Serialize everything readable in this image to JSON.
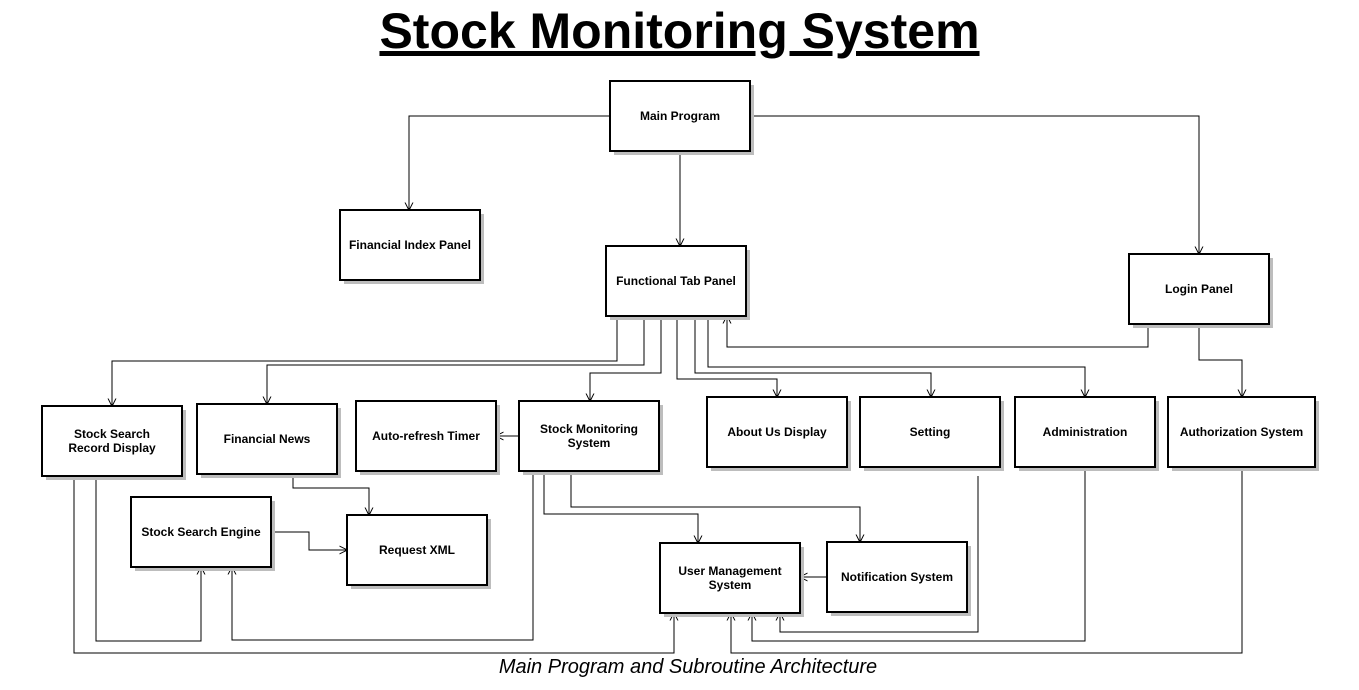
{
  "title": "Stock Monitoring System",
  "caption": "Main Program and Subroutine Architecture",
  "nodes": {
    "main": [
      "Main Program"
    ],
    "finIndex": [
      "Financial Index Panel"
    ],
    "funcTab": [
      "Functional Tab Panel"
    ],
    "login": [
      "Login Panel"
    ],
    "searchRec": [
      "Stock Search",
      "Record Display"
    ],
    "finNews": [
      "Financial News"
    ],
    "autoRefresh": [
      "Auto-refresh Timer"
    ],
    "stockMon": [
      "Stock Monitoring",
      "System"
    ],
    "aboutUs": [
      "About Us Display"
    ],
    "setting": [
      "Setting"
    ],
    "admin": [
      "Administration"
    ],
    "auth": [
      "Authorization System"
    ],
    "searchEng": [
      "Stock Search Engine"
    ],
    "reqXml": [
      "Request XML"
    ],
    "userMgmt": [
      "User Management",
      "System"
    ],
    "notif": [
      "Notification System"
    ]
  },
  "edges": [
    [
      "main",
      "finIndex"
    ],
    [
      "main",
      "funcTab"
    ],
    [
      "main",
      "login"
    ],
    [
      "funcTab",
      "searchRec"
    ],
    [
      "funcTab",
      "finNews"
    ],
    [
      "funcTab",
      "stockMon"
    ],
    [
      "funcTab",
      "aboutUs"
    ],
    [
      "funcTab",
      "setting"
    ],
    [
      "funcTab",
      "admin"
    ],
    [
      "login",
      "funcTab"
    ],
    [
      "login",
      "auth"
    ],
    [
      "stockMon",
      "autoRefresh"
    ],
    [
      "stockMon",
      "userMgmt"
    ],
    [
      "stockMon",
      "notif"
    ],
    [
      "stockMon",
      "searchEng"
    ],
    [
      "finNews",
      "reqXml"
    ],
    [
      "searchEng",
      "reqXml"
    ],
    [
      "searchRec",
      "searchEng"
    ],
    [
      "searchRec",
      "userMgmt"
    ],
    [
      "notif",
      "userMgmt"
    ],
    [
      "setting",
      "userMgmt"
    ],
    [
      "admin",
      "userMgmt"
    ],
    [
      "auth",
      "userMgmt"
    ]
  ]
}
